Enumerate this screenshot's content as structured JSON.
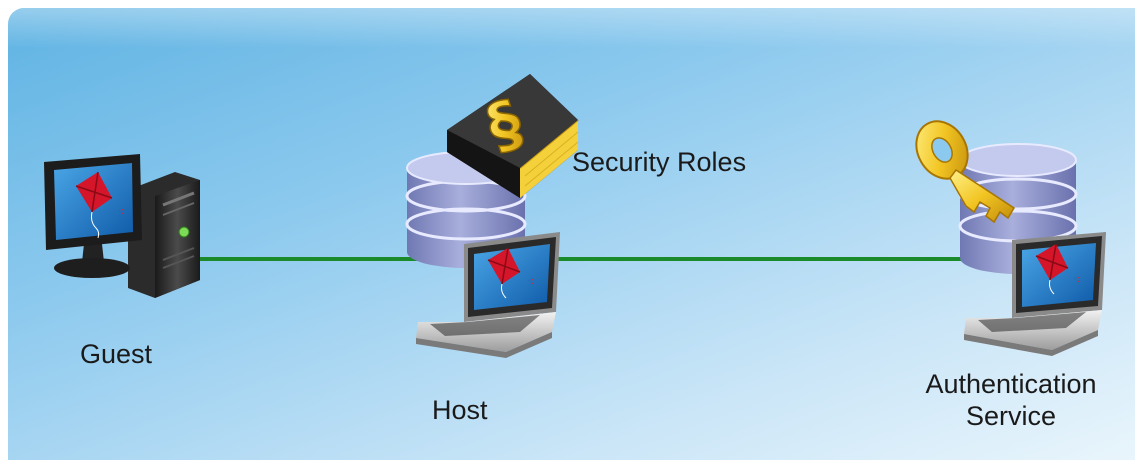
{
  "nodes": {
    "guest": {
      "label": "Guest"
    },
    "host": {
      "label": "Host"
    },
    "security_roles": {
      "label": "Security Roles",
      "symbol": "§"
    },
    "auth_service": {
      "label": "Authentication Service"
    }
  },
  "colors": {
    "background": "#8cc9ee",
    "link": "#1a8a2a",
    "database": "#8f96c9",
    "book": "#2a2a2a",
    "book_pages": "#f4d13a",
    "key": "#f2c523"
  }
}
